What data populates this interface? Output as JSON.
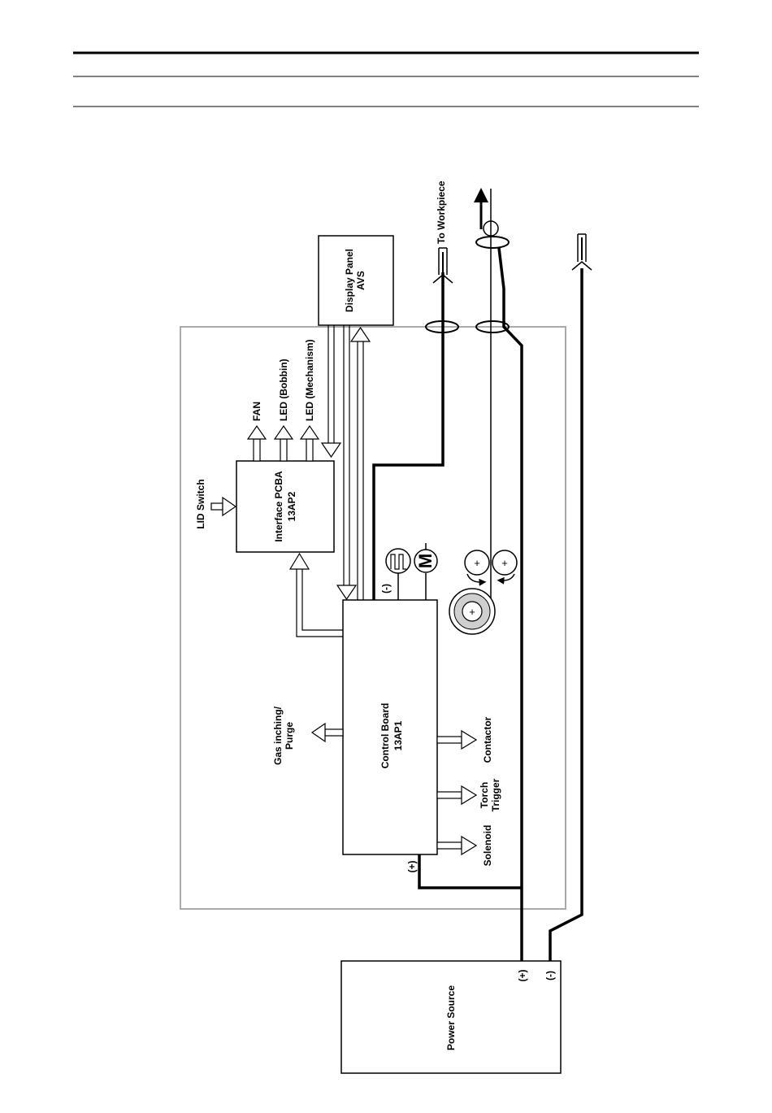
{
  "diagram": {
    "labels": {
      "display_panel_line1": "Display Panel",
      "display_panel_line2": "AVS",
      "to_workpiece": "To Workpiece",
      "fan": "FAN",
      "led_bobbin": "LED (Bobbin)",
      "led_mechanism": "LED (Mechanism)",
      "lid_switch": "LID Switch",
      "interface_line1": "Interface PCBA",
      "interface_line2": "13AP2",
      "control_line1": "Control Board",
      "control_line2": "13AP1",
      "gas_line1": "Gas inching/",
      "gas_line2": "Purge",
      "contactor": "Contactor",
      "torch_line1": "Torch",
      "torch_line2": "Trigger",
      "solenoid": "Solenoid",
      "power_source": "Power Source",
      "pos_terminal": "(+)",
      "neg_terminal": "(-)",
      "cb_neg": "(-)",
      "cb_pos": "(+)",
      "motor": "M",
      "plus": "+"
    }
  }
}
